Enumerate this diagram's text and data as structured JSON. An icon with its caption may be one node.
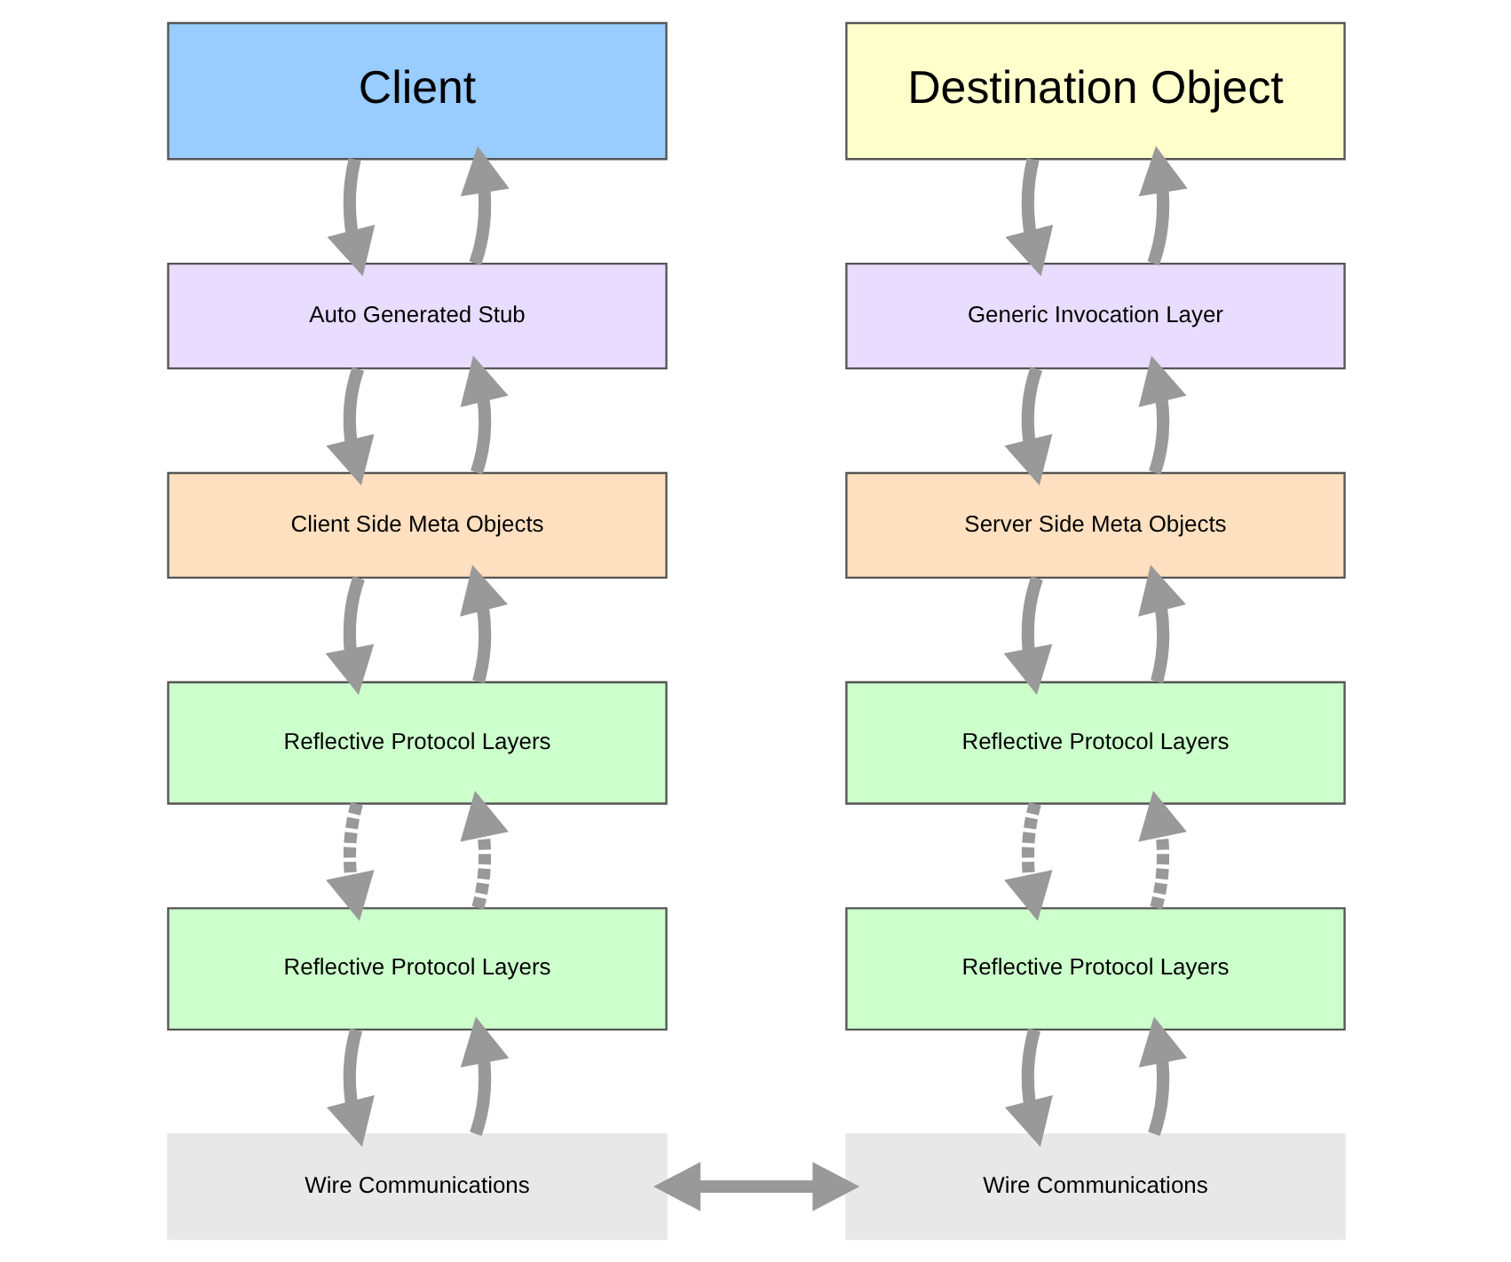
{
  "diagram": {
    "nodes": [
      {
        "text": [
          "Client"
        ]
      },
      {
        "text": [
          "Auto Generated Stub"
        ]
      },
      {
        "text": [
          "Client Side Meta Objects"
        ]
      },
      {
        "text": [
          "Reflective Protocol Layers"
        ]
      },
      {
        "text": [
          "Reflective Protocol Layers"
        ]
      },
      {
        "text": [
          "Wire Communications"
        ]
      },
      {
        "text": [
          "Destination Object"
        ]
      },
      {
        "text": [
          "Generic Invocation Layer"
        ]
      },
      {
        "text": [
          "Server Side Meta Objects"
        ]
      },
      {
        "text": [
          "Reflective Protocol Layers"
        ]
      },
      {
        "text": [
          "Reflective Protocol Layers"
        ]
      },
      {
        "text": [
          "Wire Communications"
        ]
      }
    ],
    "edges": [
      {
        "from": 0,
        "to": 1,
        "arrow": "to"
      },
      {
        "from": 1,
        "to": 0,
        "arrow": "to"
      },
      {
        "from": 1,
        "to": 2,
        "arrow": "to"
      },
      {
        "from": 2,
        "to": 1,
        "arrow": "to"
      },
      {
        "from": 2,
        "to": 3,
        "arrow": "to"
      },
      {
        "from": 3,
        "to": 2,
        "arrow": "to"
      },
      {
        "from": 3,
        "to": 4,
        "arrow": "to",
        "style": "dashed"
      },
      {
        "from": 4,
        "to": 3,
        "arrow": "to",
        "style": "dashed"
      },
      {
        "from": 4,
        "to": 5,
        "arrow": "to"
      },
      {
        "from": 5,
        "to": 4,
        "arrow": "to"
      },
      {
        "from": 6,
        "to": 7,
        "arrow": "to"
      },
      {
        "from": 7,
        "to": 6,
        "arrow": "to"
      },
      {
        "from": 7,
        "to": 8,
        "arrow": "to"
      },
      {
        "from": 8,
        "to": 7,
        "arrow": "to"
      },
      {
        "from": 8,
        "to": 9,
        "arrow": "to"
      },
      {
        "from": 9,
        "to": 8,
        "arrow": "to"
      },
      {
        "from": 9,
        "to": 10,
        "arrow": "to",
        "style": "dashed"
      },
      {
        "from": 10,
        "to": 9,
        "arrow": "to",
        "style": "dashed"
      },
      {
        "from": 10,
        "to": 11,
        "arrow": "to"
      },
      {
        "from": 11,
        "to": 10,
        "arrow": "to"
      },
      {
        "from": 5,
        "to": 11,
        "arrow": "both"
      }
    ]
  }
}
